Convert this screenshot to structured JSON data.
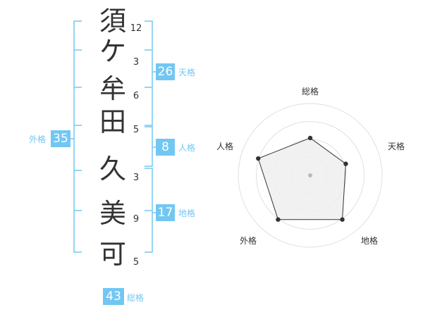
{
  "name_chars": [
    "須",
    "ケ",
    "牟",
    "田",
    "久",
    "美",
    "可"
  ],
  "strokes": [
    "12",
    "3",
    "6",
    "5",
    "3",
    "9",
    "5"
  ],
  "kaku": {
    "tenkaku": {
      "value": "26",
      "label": "天格"
    },
    "jinkaku": {
      "value": "8",
      "label": "人格"
    },
    "chikaku": {
      "value": "17",
      "label": "地格"
    },
    "gaikaku": {
      "value": "35",
      "label": "外格"
    },
    "soukaku": {
      "value": "43",
      "label": "総格"
    }
  },
  "radar": {
    "axes": [
      "総格",
      "天格",
      "地格",
      "外格",
      "人格"
    ],
    "values": [
      0.52,
      0.52,
      0.76,
      0.76,
      0.76
    ],
    "levels": 4,
    "colors": {
      "grid": "#e0e0e0",
      "fill": "#efefef",
      "stroke": "#333333",
      "point": "#333333",
      "center": "#bbbbbb"
    }
  },
  "colors": {
    "accent": "#72c7f2",
    "text": "#333333"
  }
}
